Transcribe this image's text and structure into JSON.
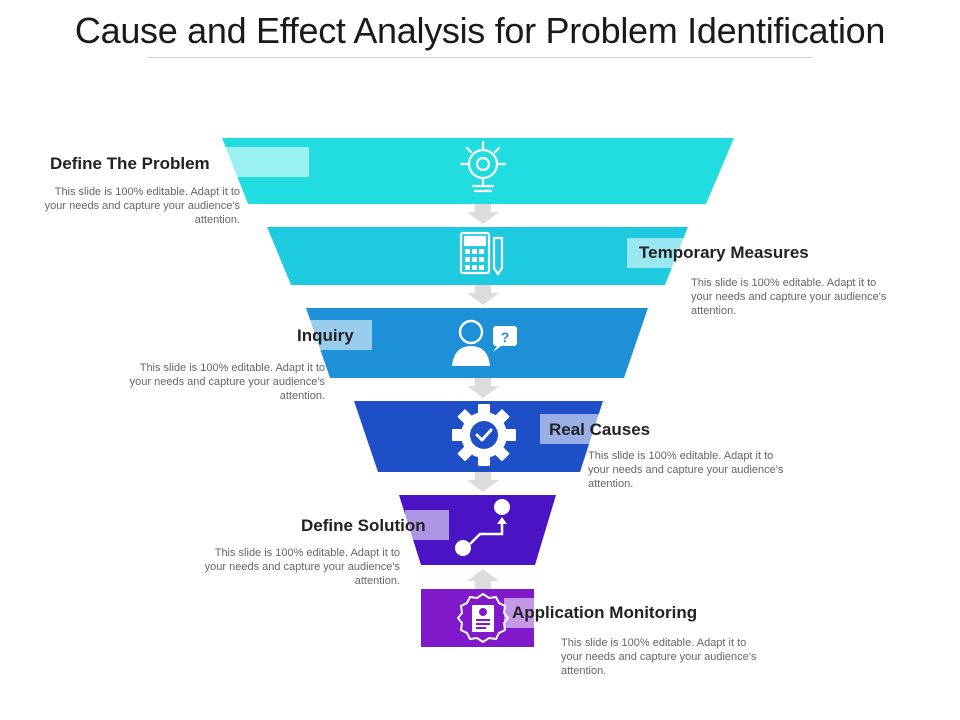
{
  "title": "Cause and Effect Analysis for Problem Identification",
  "colors": {
    "level1": "#22dde0",
    "level2": "#1ecae0",
    "level3": "#1e90d8",
    "level4": "#1e4fc7",
    "level5": "#4a14c4",
    "level6": "#7f19c9",
    "arrow": "#dcdcdc"
  },
  "stages": [
    {
      "label": "Define The Problem",
      "icon": "lightbulb-target-icon",
      "desc": "This slide is 100% editable. Adapt it to your needs and capture your audience's attention."
    },
    {
      "label": "Temporary Measures",
      "icon": "calculator-pencil-icon",
      "desc": "This slide is 100% editable. Adapt it to your needs and capture your audience's attention."
    },
    {
      "label": "Inquiry",
      "icon": "person-question-icon",
      "desc": "This slide is 100% editable. Adapt it to your needs and capture your audience's attention."
    },
    {
      "label": "Real Causes",
      "icon": "gear-check-icon",
      "desc": "This slide is 100% editable. Adapt it to your needs and capture your audience's attention."
    },
    {
      "label": "Define Solution",
      "icon": "path-route-icon",
      "desc": "This slide is 100% editable. Adapt it to your needs and capture your audience's attention."
    },
    {
      "label": "Application Monitoring",
      "icon": "certificate-seal-icon",
      "desc": "This slide is 100% editable. Adapt it to your needs and capture your audience's attention."
    }
  ]
}
